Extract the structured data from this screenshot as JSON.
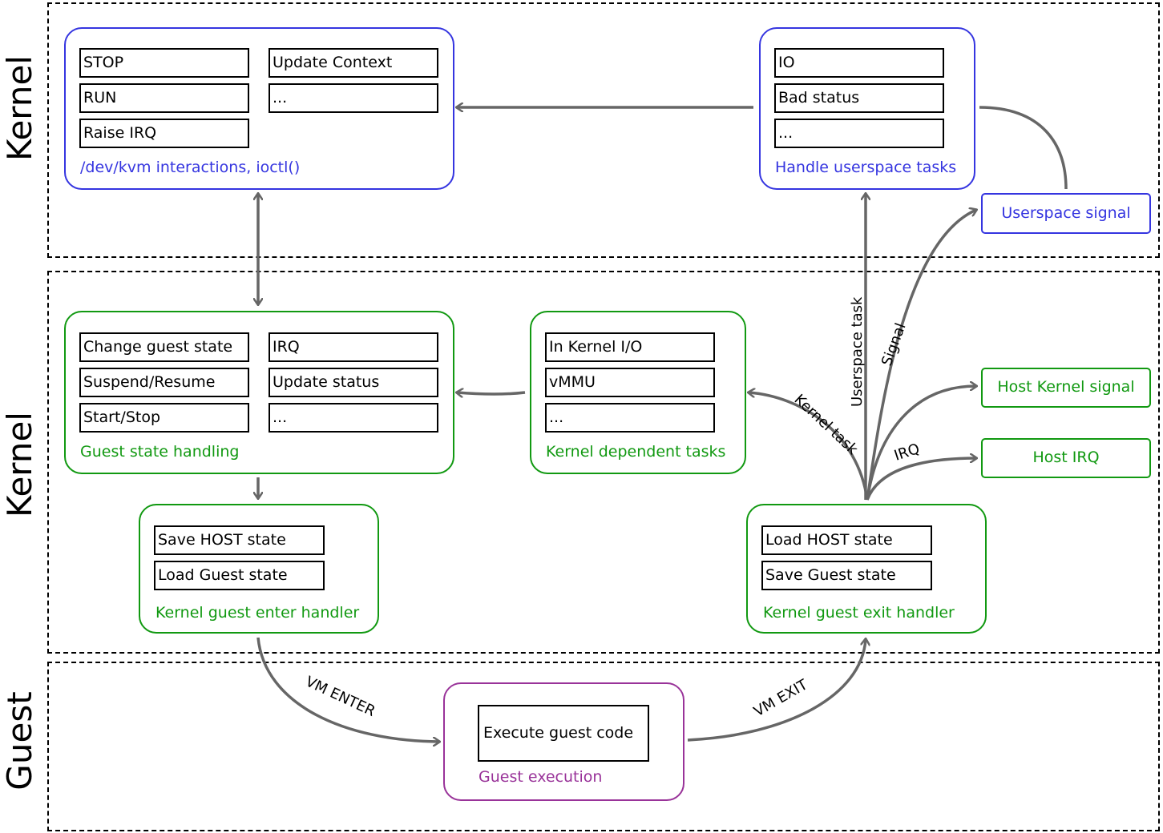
{
  "regions": {
    "kernel_top": "Kernel",
    "kernel_mid": "Kernel",
    "guest": "Guest"
  },
  "kvm_box": {
    "caption": "/dev/kvm interactions, ioctl()",
    "items": [
      "STOP",
      "RUN",
      "Raise IRQ",
      "Update Context",
      "..."
    ]
  },
  "userspace_box": {
    "caption": "Handle userspace tasks",
    "items": [
      "IO",
      "Bad status",
      "..."
    ]
  },
  "guest_state_box": {
    "caption": "Guest state handling",
    "items": [
      "Change guest state",
      "Suspend/Resume",
      "Start/Stop",
      "IRQ",
      "Update status",
      "..."
    ]
  },
  "kernel_dep_box": {
    "caption": "Kernel dependent tasks",
    "items": [
      "In Kernel I/O",
      "vMMU",
      "..."
    ]
  },
  "enter_box": {
    "caption": "Kernel guest enter handler",
    "items": [
      "Save HOST state",
      "Load Guest state"
    ]
  },
  "exit_box": {
    "caption": "Kernel guest exit handler",
    "items": [
      "Load HOST state",
      "Save Guest state"
    ]
  },
  "guest_box": {
    "caption": "Guest execution",
    "items": [
      "Execute guest code"
    ]
  },
  "signals": {
    "userspace_signal": "Userspace signal",
    "host_kernel_signal": "Host Kernel signal",
    "host_irq": "Host IRQ"
  },
  "arrow_labels": {
    "userspace_task": "Userspace task",
    "signal": "Signal",
    "kernel_task": "Kernel task",
    "irq": "IRQ",
    "vm_enter": "VM ENTER",
    "vm_exit": "VM EXIT"
  },
  "colors": {
    "kernel_top": "#3535e0",
    "kernel_mid": "#119911",
    "guest": "#993399",
    "arrow": "#666666"
  }
}
